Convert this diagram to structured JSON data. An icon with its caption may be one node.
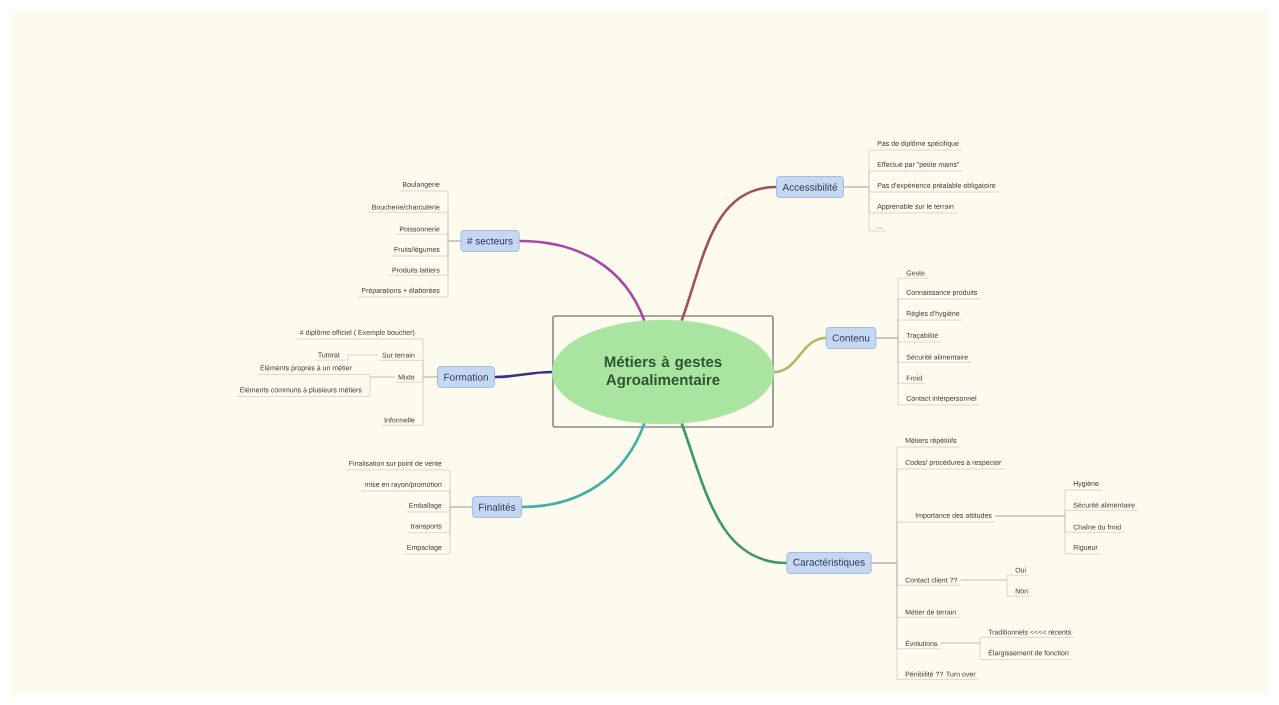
{
  "diagram": {
    "nodes": [
      {
        "text": [
          "Métiers à gestes Agroalimentaire"
        ]
      },
      {
        "text": [
          "# secteurs"
        ]
      },
      {
        "text": [
          "Boulangerie"
        ]
      },
      {
        "text": [
          "Boucherie/charcuterie"
        ]
      },
      {
        "text": [
          "Poissonnerie"
        ]
      },
      {
        "text": [
          "Fruits/légumes"
        ]
      },
      {
        "text": [
          "Produits laitiers"
        ]
      },
      {
        "text": [
          "Préparations + élaborées"
        ]
      },
      {
        "text": [
          "Accessibilité"
        ]
      },
      {
        "text": [
          "Pas de diplôme spécifique"
        ]
      },
      {
        "text": [
          "Effectué par \"petite mains\""
        ]
      },
      {
        "text": [
          "Pas d'expérience préalable obligatoire"
        ]
      },
      {
        "text": [
          "Apprenable sur le terrain"
        ]
      },
      {
        "text": [
          "..."
        ]
      },
      {
        "text": [
          "Formation"
        ]
      },
      {
        "text": [
          "# diplôme officiel ( Exemple boucher)"
        ]
      },
      {
        "text": [
          "Sur terrain"
        ]
      },
      {
        "text": [
          "Tutorat"
        ]
      },
      {
        "text": [
          "Mixte"
        ]
      },
      {
        "text": [
          "Éléments propres à un métier"
        ]
      },
      {
        "text": [
          "Éléments communs à plusieurs métiers"
        ]
      },
      {
        "text": [
          "Informelle"
        ]
      },
      {
        "text": [
          "Contenu"
        ]
      },
      {
        "text": [
          "Geste"
        ]
      },
      {
        "text": [
          "Connaissance produits"
        ]
      },
      {
        "text": [
          "Règles d'hygiène"
        ]
      },
      {
        "text": [
          "Traçabilité"
        ]
      },
      {
        "text": [
          "Sécurité alimentaire"
        ]
      },
      {
        "text": [
          "Froid"
        ]
      },
      {
        "text": [
          "Contact interpersonnel"
        ]
      },
      {
        "text": [
          "Finalités"
        ]
      },
      {
        "text": [
          "Finalisation sur point de vente"
        ]
      },
      {
        "text": [
          "mise en rayon/promotion"
        ]
      },
      {
        "text": [
          "Emballage"
        ]
      },
      {
        "text": [
          "transports"
        ]
      },
      {
        "text": [
          "Empaclage"
        ]
      },
      {
        "text": [
          "Caractéristiques"
        ]
      },
      {
        "text": [
          "Métiers répétitifs"
        ]
      },
      {
        "text": [
          "Codes/ procédures à respecter"
        ]
      },
      {
        "text": [
          "Importance des attitudes"
        ]
      },
      {
        "text": [
          "Hygiène"
        ]
      },
      {
        "text": [
          "Sécurité alimentaire"
        ]
      },
      {
        "text": [
          "Chaîne du froid"
        ]
      },
      {
        "text": [
          "Rigueur"
        ]
      },
      {
        "text": [
          "Contact client ??"
        ]
      },
      {
        "text": [
          "Oui"
        ]
      },
      {
        "text": [
          "Non"
        ]
      },
      {
        "text": [
          "Métier de terrain"
        ]
      },
      {
        "text": [
          "Évolutions"
        ]
      },
      {
        "text": [
          "Traditionnels <<<< récents"
        ]
      },
      {
        "text": [
          "Élargissement de fonction"
        ]
      },
      {
        "text": [
          "Pénibilité ?? Turn over"
        ]
      }
    ],
    "edges": [
      {
        "from": 0,
        "to": 1,
        "arrow": "none",
        "style": "thick",
        "color": "#a648a6"
      },
      {
        "from": 1,
        "to": 2,
        "arrow": "none"
      },
      {
        "from": 1,
        "to": 3,
        "arrow": "none"
      },
      {
        "from": 1,
        "to": 4,
        "arrow": "none"
      },
      {
        "from": 1,
        "to": 5,
        "arrow": "none"
      },
      {
        "from": 1,
        "to": 6,
        "arrow": "none"
      },
      {
        "from": 1,
        "to": 7,
        "arrow": "none"
      },
      {
        "from": 0,
        "to": 8,
        "arrow": "none",
        "style": "thick",
        "color": "#a0505e"
      },
      {
        "from": 8,
        "to": 9,
        "arrow": "none"
      },
      {
        "from": 8,
        "to": 10,
        "arrow": "none"
      },
      {
        "from": 8,
        "to": 11,
        "arrow": "none"
      },
      {
        "from": 8,
        "to": 12,
        "arrow": "none"
      },
      {
        "from": 8,
        "to": 13,
        "arrow": "none"
      },
      {
        "from": 0,
        "to": 14,
        "arrow": "none",
        "style": "thick",
        "color": "#38308a"
      },
      {
        "from": 14,
        "to": 15,
        "arrow": "none"
      },
      {
        "from": 14,
        "to": 16,
        "arrow": "none"
      },
      {
        "from": 16,
        "to": 17,
        "arrow": "none"
      },
      {
        "from": 14,
        "to": 18,
        "arrow": "none"
      },
      {
        "from": 18,
        "to": 19,
        "arrow": "none"
      },
      {
        "from": 18,
        "to": 20,
        "arrow": "none"
      },
      {
        "from": 14,
        "to": 21,
        "arrow": "none"
      },
      {
        "from": 0,
        "to": 22,
        "arrow": "none",
        "style": "thick",
        "color": "#b4b462"
      },
      {
        "from": 22,
        "to": 23,
        "arrow": "none"
      },
      {
        "from": 22,
        "to": 24,
        "arrow": "none"
      },
      {
        "from": 22,
        "to": 25,
        "arrow": "none"
      },
      {
        "from": 22,
        "to": 26,
        "arrow": "none"
      },
      {
        "from": 22,
        "to": 27,
        "arrow": "none"
      },
      {
        "from": 22,
        "to": 28,
        "arrow": "none"
      },
      {
        "from": 22,
        "to": 29,
        "arrow": "none"
      },
      {
        "from": 0,
        "to": 30,
        "arrow": "none",
        "style": "thick",
        "color": "#40b0a4"
      },
      {
        "from": 30,
        "to": 31,
        "arrow": "none"
      },
      {
        "from": 30,
        "to": 32,
        "arrow": "none"
      },
      {
        "from": 30,
        "to": 33,
        "arrow": "none"
      },
      {
        "from": 30,
        "to": 34,
        "arrow": "none"
      },
      {
        "from": 30,
        "to": 35,
        "arrow": "none"
      },
      {
        "from": 0,
        "to": 36,
        "arrow": "none",
        "style": "thick",
        "color": "#3a9a5c"
      },
      {
        "from": 36,
        "to": 37,
        "arrow": "none"
      },
      {
        "from": 36,
        "to": 38,
        "arrow": "none"
      },
      {
        "from": 36,
        "to": 39,
        "arrow": "none"
      },
      {
        "from": 39,
        "to": 40,
        "arrow": "none"
      },
      {
        "from": 39,
        "to": 41,
        "arrow": "none"
      },
      {
        "from": 39,
        "to": 42,
        "arrow": "none"
      },
      {
        "from": 39,
        "to": 43,
        "arrow": "none"
      },
      {
        "from": 36,
        "to": 44,
        "arrow": "none"
      },
      {
        "from": 44,
        "to": 45,
        "arrow": "none"
      },
      {
        "from": 44,
        "to": 46,
        "arrow": "none"
      },
      {
        "from": 36,
        "to": 47,
        "arrow": "none"
      },
      {
        "from": 36,
        "to": 48,
        "arrow": "none"
      },
      {
        "from": 48,
        "to": 49,
        "arrow": "none"
      },
      {
        "from": 48,
        "to": 50,
        "arrow": "none"
      },
      {
        "from": 36,
        "to": 51,
        "arrow": "none"
      }
    ]
  }
}
